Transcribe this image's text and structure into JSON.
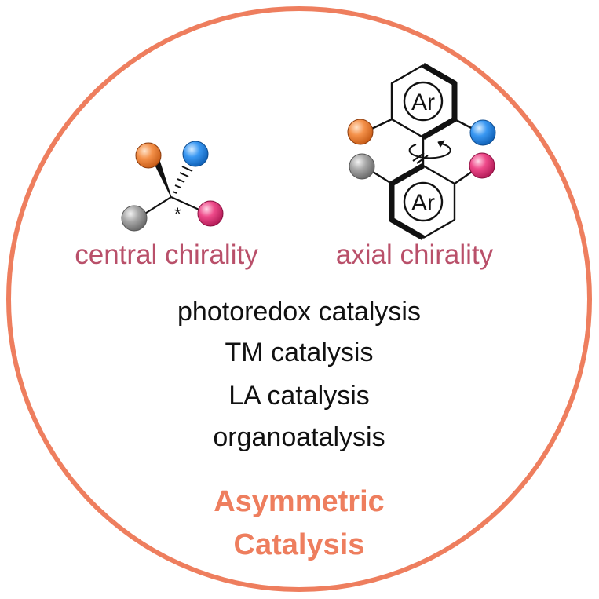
{
  "colors": {
    "border": "#ee7e5e",
    "chirality_label": "#b9506a",
    "text": "#111111",
    "title": "#ee7e5e",
    "ball_orange": "#f08a3c",
    "ball_blue": "#2b8ef0",
    "ball_pink": "#ec3d83",
    "ball_gray": "#9a9a9a"
  },
  "central": {
    "label": "central chirality",
    "stereo_mark": "*"
  },
  "axial": {
    "label": "axial chirality",
    "ring_label": "Ar",
    "ring_label_bottom": "Ar"
  },
  "catalysis_types": [
    "photoredox catalysis",
    "TM catalysis",
    "LA catalysis",
    "organoatalysis"
  ],
  "title": {
    "line1": "Asymmetric",
    "line2": "Catalysis"
  }
}
